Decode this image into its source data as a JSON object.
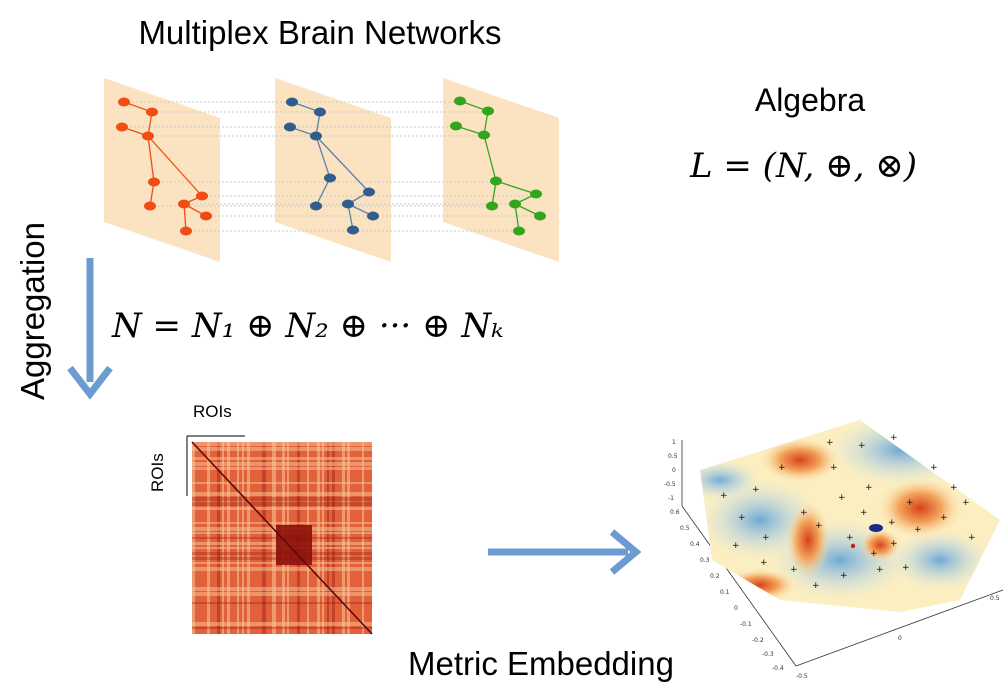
{
  "title": "Multiplex Brain Networks",
  "algebra": {
    "heading": "Algebra",
    "formula": "L = (N, ⊕, ⊗)"
  },
  "aggregation": {
    "label": "Aggregation",
    "formula": "N = N₁ ⊕ N₂ ⊕ ··· ⊕ Nₖ"
  },
  "matrix": {
    "x_label": "ROIs",
    "y_label": "ROIs"
  },
  "embedding": {
    "label": "Metric Embedding"
  },
  "colors": {
    "layer_fill": "#fbe3c2",
    "layer1_nodes": "#f04c14",
    "layer2_nodes": "#2f5d8e",
    "layer3_nodes": "#33a51c",
    "arrow": "#6b9bd0",
    "matrix_base": "#e2603a",
    "matrix_dark": "#8b0f0a",
    "matrix_light": "#f8c79a"
  },
  "icons": {
    "down_arrow": "down-arrow-icon",
    "right_arrow": "right-arrow-icon"
  }
}
